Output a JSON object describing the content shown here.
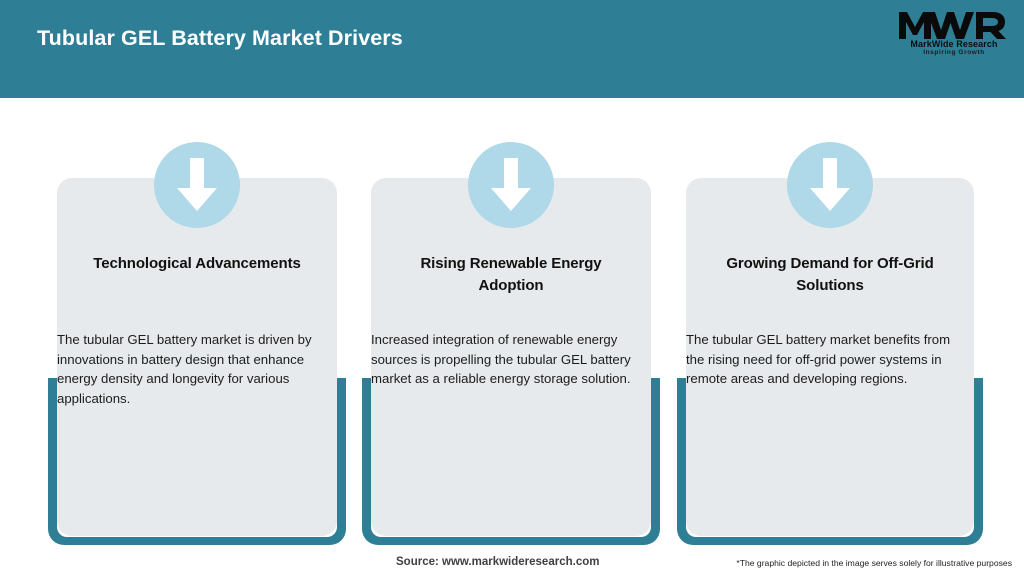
{
  "header": {
    "title": "Tubular GEL Battery Market Drivers",
    "background_color": "#2E7F96",
    "title_color": "#FFFFFF"
  },
  "logo": {
    "mark": "MWR",
    "name": "MarkWide Research",
    "tagline": "Inspiring Growth"
  },
  "theme": {
    "accent": "#2E7F96",
    "card_background": "#E7EAEC",
    "circle": "#AFD8E8",
    "arrow": "#FFFFFF"
  },
  "cards": [
    {
      "icon": "arrow-down-icon",
      "title": "Technological Advancements",
      "body": "The tubular GEL battery market is driven by innovations in battery design that enhance energy density and longevity for various applications."
    },
    {
      "icon": "arrow-down-icon",
      "title": "Rising Renewable Energy Adoption",
      "body": "Increased integration of renewable energy sources is propelling the tubular GEL battery market as a reliable energy storage solution."
    },
    {
      "icon": "arrow-down-icon",
      "title": "Growing Demand for Off-Grid Solutions",
      "body": "The tubular GEL battery market benefits from the rising need for off-grid power systems in remote areas and developing regions."
    }
  ],
  "footer": {
    "source": "Source: www.markwideresearch.com",
    "disclaimer": "*The graphic depicted in the image serves solely for illustrative purposes"
  }
}
